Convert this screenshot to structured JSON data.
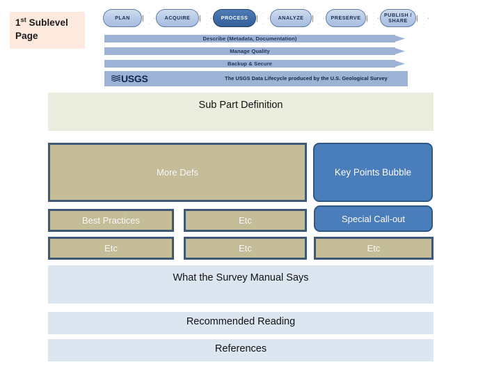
{
  "slide": {
    "sublevel_label_prefix": "1",
    "sublevel_label_sup": "st",
    "sublevel_label_rest": " Sublevel",
    "sublevel_label_line2": "Page"
  },
  "usgs_diagram": {
    "logo_text": "USGS",
    "caption": "The USGS Data Lifecycle produced by the U.S. Geological Survey",
    "stages": [
      {
        "label": "PLAN",
        "active": false
      },
      {
        "label": "ACQUIRE",
        "active": false
      },
      {
        "label": "PROCESS",
        "active": true
      },
      {
        "label": "ANALYZE",
        "active": false
      },
      {
        "label": "PRESERVE",
        "active": false
      },
      {
        "label": "PUBLISH /\nSHARE",
        "active": false
      }
    ],
    "cross_cutting_bars": [
      "Describe (Metadata, Documentation)",
      "Manage Quality",
      "Backup & Secure"
    ]
  },
  "content": {
    "sub_part_definition": "Sub Part Definition",
    "more_defs": "More Defs",
    "key_points_bubble": "Key Points Bubble",
    "best_practices": "Best Practices",
    "etc_row1_col2": "Etc",
    "special_callout": "Special Call-out",
    "etc_row2_col1": "Etc",
    "etc_row2_col2": "Etc",
    "etc_row2_col3": "Etc",
    "survey_manual": "What the Survey Manual Says",
    "recommended_reading": "Recommended Reading",
    "references": "References"
  },
  "colors": {
    "tan_fill": "#c5bd97",
    "tan_border": "#3f5878",
    "blue_fill": "#4a7ebb",
    "blue_border": "#2e5887",
    "band_cream": "#ebeede",
    "band_lightblue": "#dce6f1",
    "label_peach": "#fde9dd",
    "usgs_bar_blue": "#9db3d6",
    "usgs_stage_active": "#3d6aa4"
  }
}
